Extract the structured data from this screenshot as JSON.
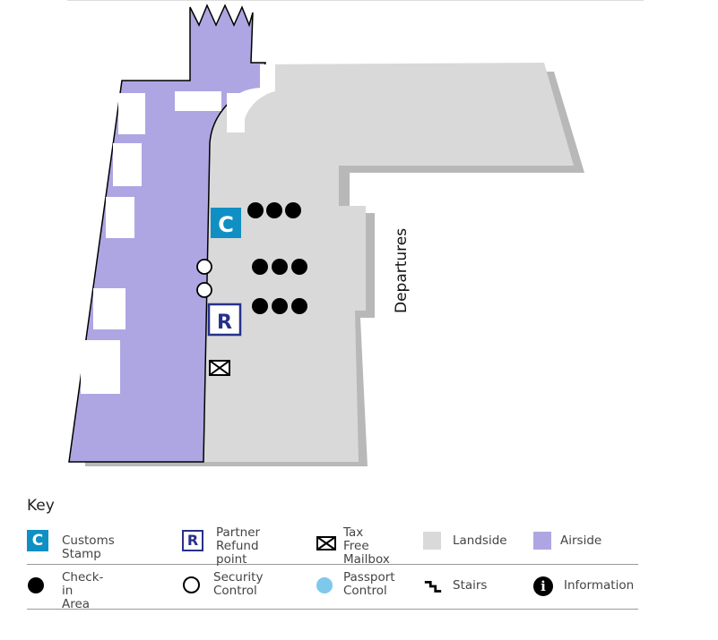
{
  "map": {
    "departures_label": "Departures",
    "customs_badge": "C",
    "refund_badge": "R"
  },
  "key": {
    "title": "Key",
    "items": [
      {
        "icon": "customs-stamp-icon",
        "glyph": "C",
        "label": "Customs Stamp"
      },
      {
        "icon": "partner-refund-icon",
        "glyph": "R",
        "label": "Partner\nRefund point"
      },
      {
        "icon": "mailbox-icon",
        "glyph": "✉",
        "label": "Tax Free\nMailbox"
      },
      {
        "icon": "landside-swatch",
        "label": "Landside"
      },
      {
        "icon": "airside-swatch",
        "label": "Airside"
      },
      {
        "icon": "check-in-icon",
        "label": "Check-in\nArea"
      },
      {
        "icon": "security-icon",
        "label": "Security\nControl"
      },
      {
        "icon": "passport-icon",
        "label": "Passport\nControl"
      },
      {
        "icon": "stairs-icon",
        "label": "Stairs"
      },
      {
        "icon": "information-icon",
        "glyph": "i",
        "label": "Information"
      }
    ]
  },
  "colors": {
    "airside": "#aea6e3",
    "landside": "#d9d9d9",
    "landside_shadow": "#b8b8b8",
    "customs": "#0f8fc4",
    "refund": "#27318b",
    "passport": "#7ec8ec"
  }
}
